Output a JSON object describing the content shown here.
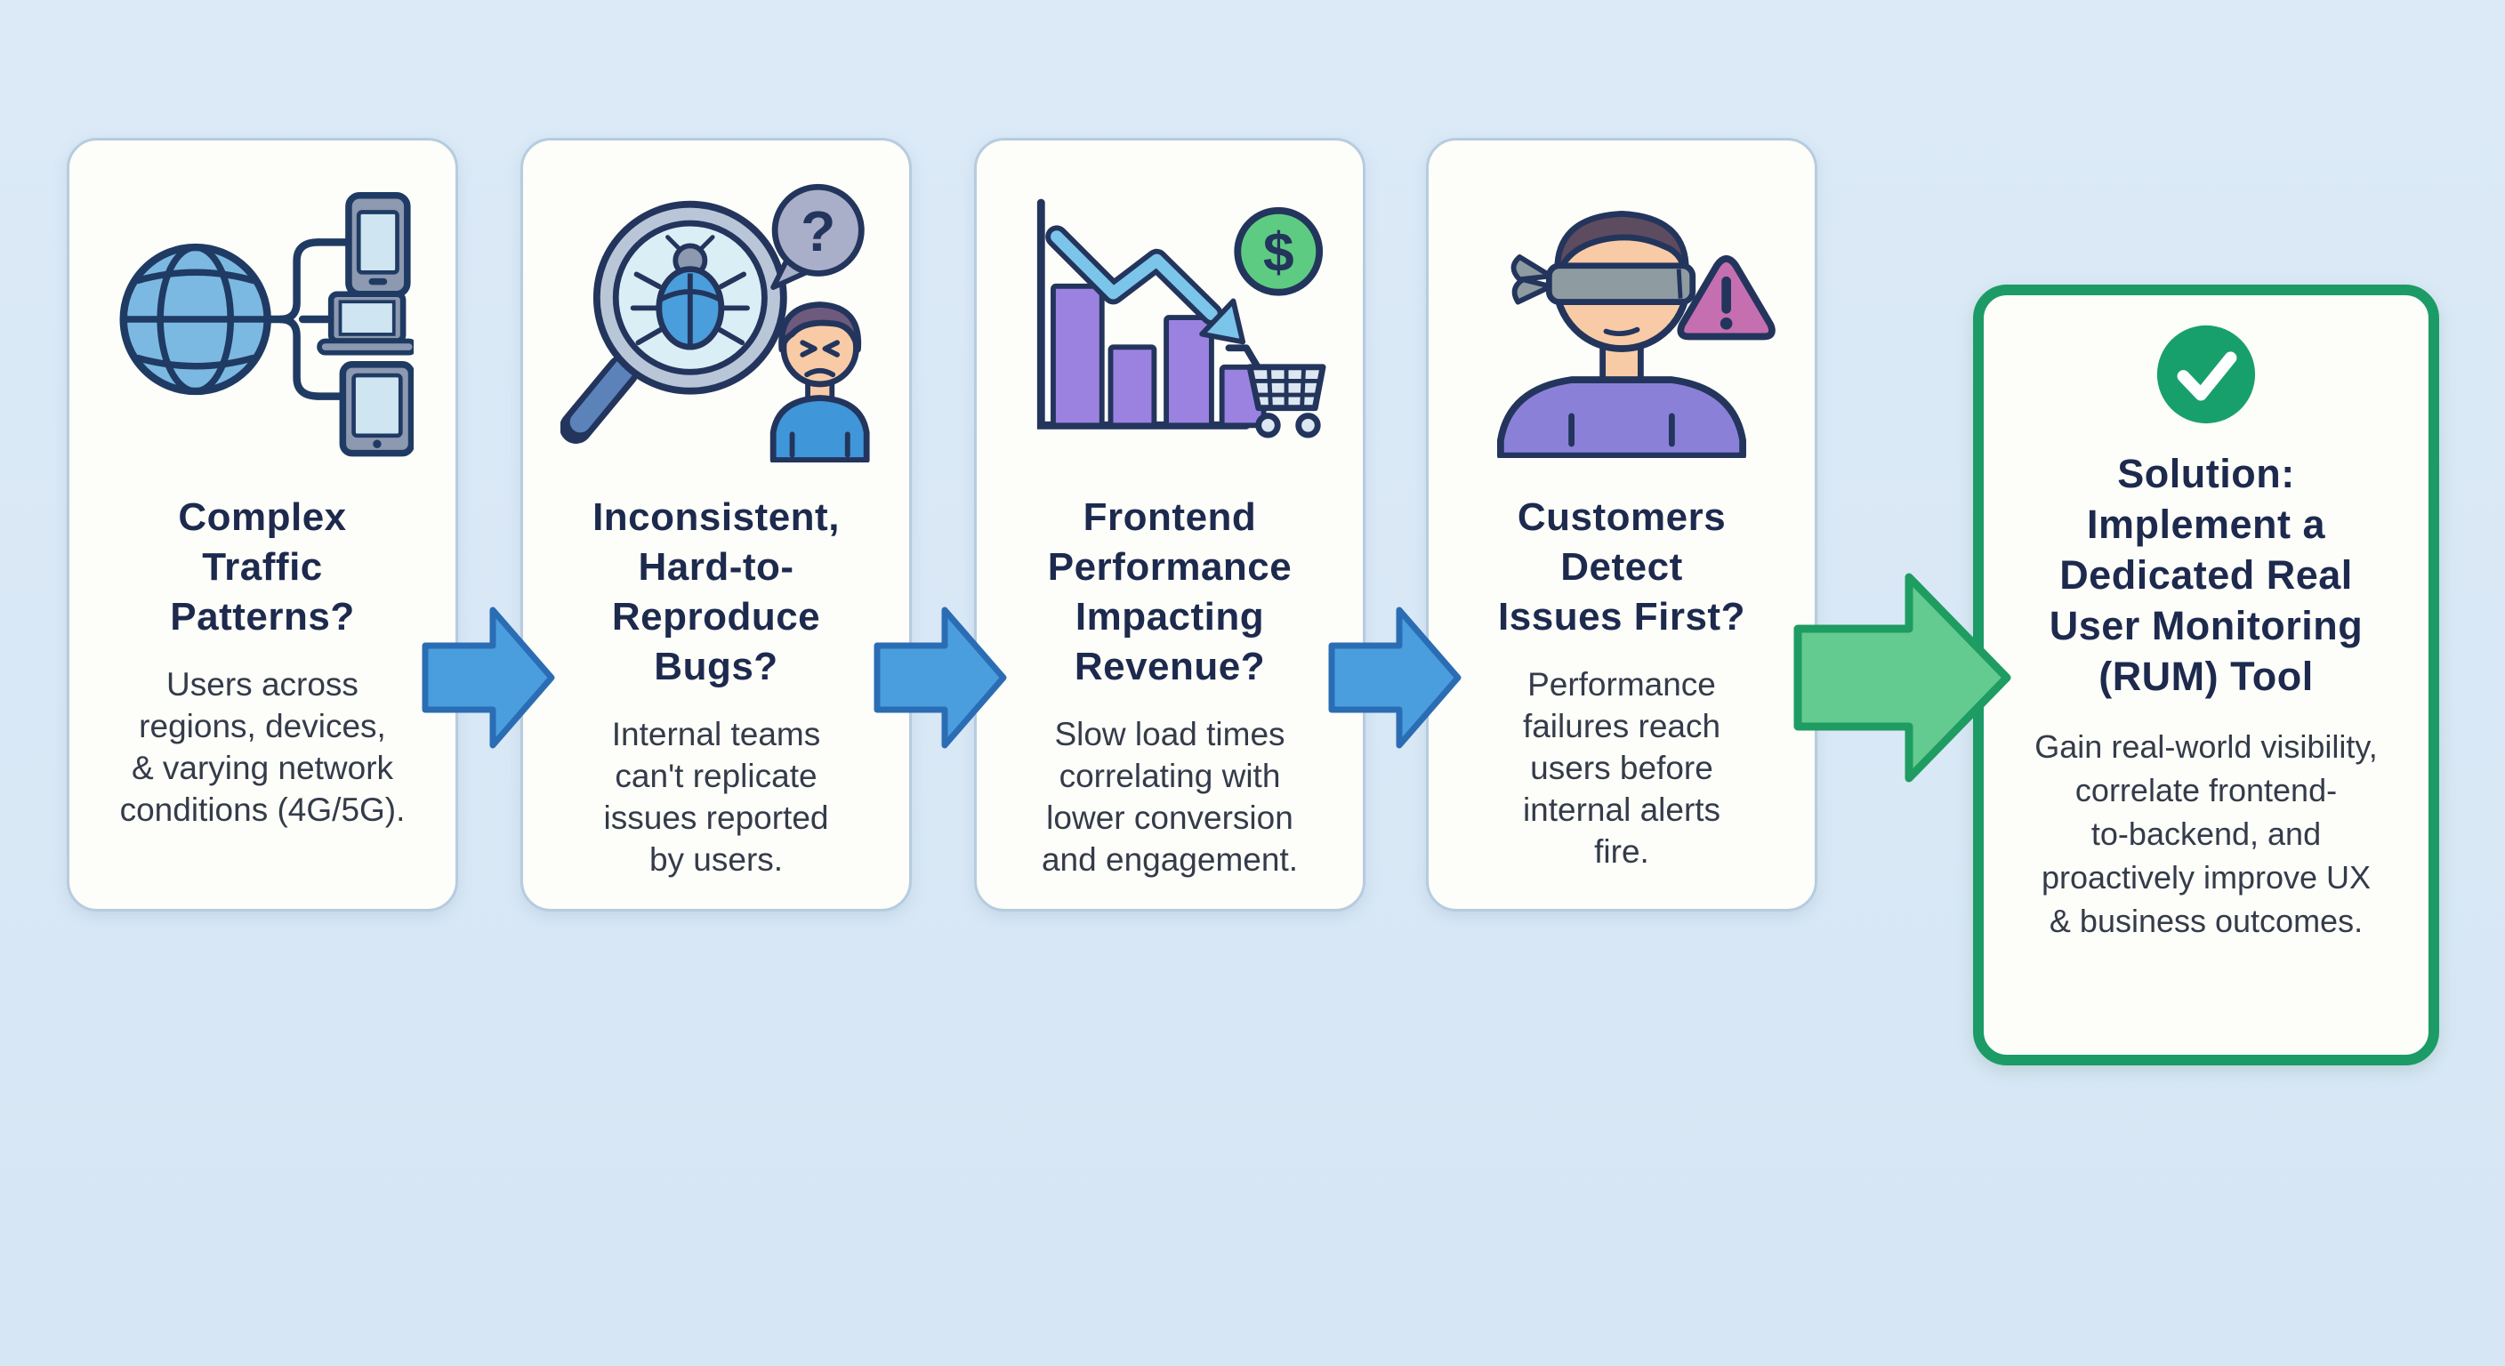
{
  "canvas": {
    "background": "#d9e8f5"
  },
  "colors": {
    "card_background": "#fdfdf9",
    "card_border": "#b6ccdf",
    "title_text": "#1d2a4e",
    "body_text": "#343b49",
    "blue_arrow_fill": "#4a9ede",
    "blue_arrow_stroke": "#2b6db4",
    "green_arrow_fill": "#63cb8f",
    "green_arrow_stroke": "#1e9c62",
    "solution_border": "#1c9b66",
    "check_circle_green": "#18a06c",
    "icon_outline_navy": "#23355c",
    "icon_blue": "#7cb9e2",
    "icon_purple_bar": "#9b82e0",
    "icon_green_dollar": "#5ecb82",
    "icon_pink_warning": "#c56fb0",
    "icon_purple_shirt": "#8b80d8"
  },
  "cards": [
    {
      "icon": "globe-devices-icon",
      "title": "Complex\nTraffic\nPatterns?",
      "body": "Users across\nregions, devices,\n& varying network\nconditions (4G/5G)."
    },
    {
      "icon": "bug-magnifier-question-icon",
      "title": "Inconsistent,\nHard-to-\nReproduce\nBugs?",
      "body": "Internal teams\ncan't replicate\nissues reported\nby users."
    },
    {
      "icon": "declining-chart-revenue-cart-icon",
      "title": "Frontend\nPerformance\nImpacting\nRevenue?",
      "body": "Slow load times\ncorrelating with\nlower conversion\nand engagement."
    },
    {
      "icon": "blindfolded-user-alert-icon",
      "title": "Customers\nDetect\nIssues First?",
      "body": "Performance\nfailures reach\nusers before\ninternal alerts\nfire."
    }
  ],
  "solution": {
    "icon": "check-circle-icon",
    "title": "Solution:\nImplement a\nDedicated Real\nUser Monitoring\n(RUM) Tool",
    "body": "Gain real-world visibility,\ncorrelate frontend-\nto-backend, and\nproactively improve UX\n& business outcomes."
  }
}
